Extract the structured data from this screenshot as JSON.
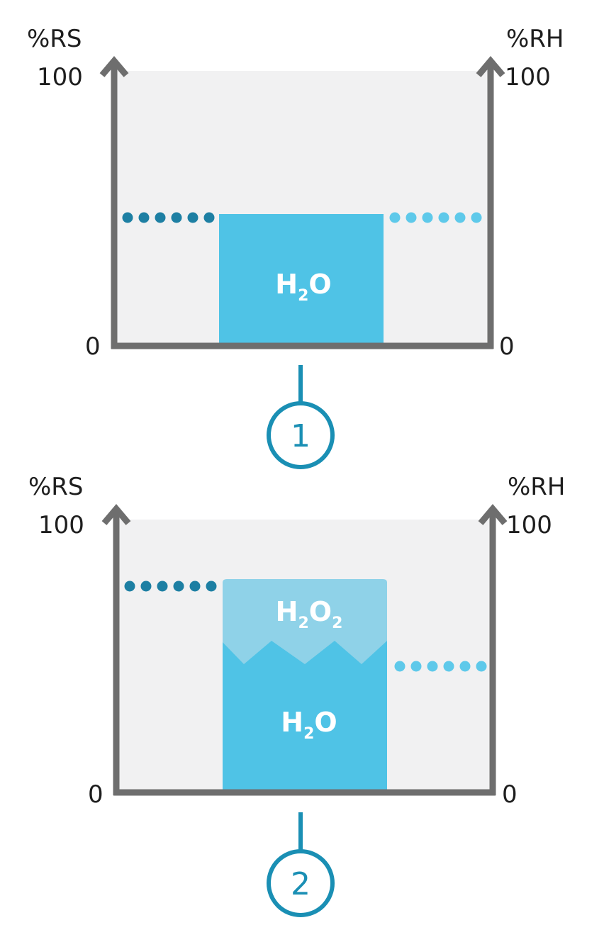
{
  "colors": {
    "background": "#ffffff",
    "panel": "#f1f1f2",
    "axis": "#6e6e6e",
    "water": "#4fc3e6",
    "peroxide": "#8fd2e8",
    "rs_dots": "#1d7fa3",
    "rh_dots": "#5ec9ea",
    "step_circle": "#1a8fb4"
  },
  "diagrams": [
    {
      "step": "1",
      "left_axis": {
        "label": "%RS",
        "max": "100",
        "min": "0"
      },
      "right_axis": {
        "label": "%RH",
        "max": "100",
        "min": "0"
      },
      "layers": [
        {
          "formula": "H",
          "sub": "2",
          "formula_tail": "O",
          "sub_tail": ""
        }
      ]
    },
    {
      "step": "2",
      "left_axis": {
        "label": "%RS",
        "max": "100",
        "min": "0"
      },
      "right_axis": {
        "label": "%RH",
        "max": "100",
        "min": "0"
      },
      "layers": [
        {
          "formula": "H",
          "sub": "2",
          "formula_tail": "O",
          "sub_tail": "2"
        },
        {
          "formula": "H",
          "sub": "2",
          "formula_tail": "O",
          "sub_tail": ""
        }
      ]
    }
  ]
}
